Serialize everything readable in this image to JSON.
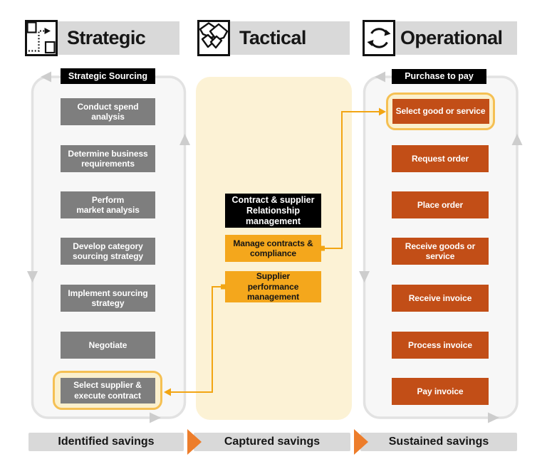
{
  "headers": [
    {
      "label": "Strategic",
      "icon": "route-icon"
    },
    {
      "label": "Tactical",
      "icon": "handshake-icon"
    },
    {
      "label": "Operational",
      "icon": "cycle-icon"
    }
  ],
  "strategic": {
    "title": "Strategic Sourcing",
    "steps": [
      "Conduct spend\nanalysis",
      "Determine business\nrequirements",
      "Perform\nmarket analysis",
      "Develop category\nsourcing strategy",
      "Implement sourcing\nstrategy",
      "Negotiate",
      "Select supplier &\nexecute contract"
    ]
  },
  "tactical": {
    "title": "Contract & supplier\nRelationship\nmanagement",
    "steps": [
      "Manage contracts &\ncompliance",
      "Supplier\nperformance\nmanagement"
    ]
  },
  "operational": {
    "title": "Purchase to pay",
    "steps": [
      "Select good or service",
      "Request order",
      "Place order",
      "Receive goods or\nservice",
      "Receive invoice",
      "Process invoice",
      "Pay invoice"
    ]
  },
  "footer": {
    "labels": [
      "Identified savings",
      "Captured savings",
      "Sustained savings"
    ]
  },
  "colors": {
    "strategic_box": "#7E7E7E",
    "operational_box": "#C24E17",
    "tactical_box": "#F4A71C",
    "tactical_panel": "#FCF2D5",
    "highlight_border": "#F5C053",
    "highlight_fill": "#FBF0CD",
    "connector": "#F2A513",
    "cycle_arrow_line": "#E2E2E2",
    "cycle_arrow_head": "#CDCDCD",
    "header_bar": "#D9D9D9",
    "footer_bar": "#D9D9D9",
    "footer_chevron": "#ED7D2B",
    "title_box": "#000000"
  }
}
